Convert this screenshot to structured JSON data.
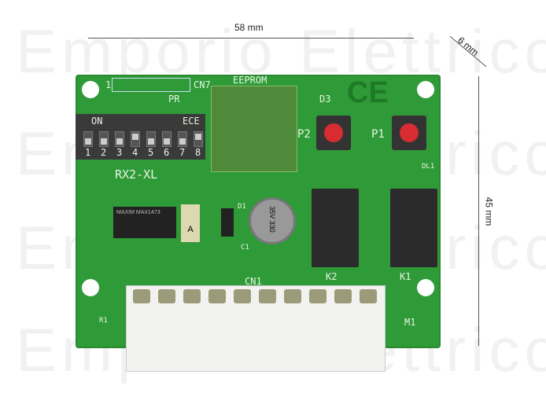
{
  "watermark": "Emporio Elettrico",
  "dimensions": {
    "width": "58 mm",
    "depth": "6 mm",
    "height": "45 mm"
  },
  "board": {
    "model": "RX2-XL",
    "dip_on": "ON",
    "dip_ece": "ECE",
    "dip_numbers": [
      "1",
      "2",
      "3",
      "4",
      "5",
      "6",
      "7",
      "8"
    ],
    "labels": {
      "pr": "PR",
      "cn": "CN7",
      "eeprom": "EEPROM",
      "d3": "D3",
      "p1": "P1",
      "p2": "P2",
      "dl1": "DL1",
      "d1": "D1",
      "c1": "C1",
      "cn1": "CN1",
      "k1": "K1",
      "k2": "K2",
      "m1": "M1",
      "r1": "R1",
      "ce": "CE",
      "pin1": "1"
    },
    "capacitor": "35V 330",
    "fuse": "A",
    "chip_marking": "MAXIM MAX1473"
  },
  "colors": {
    "pcb": "#2f9a38",
    "button": "#d62c32"
  }
}
